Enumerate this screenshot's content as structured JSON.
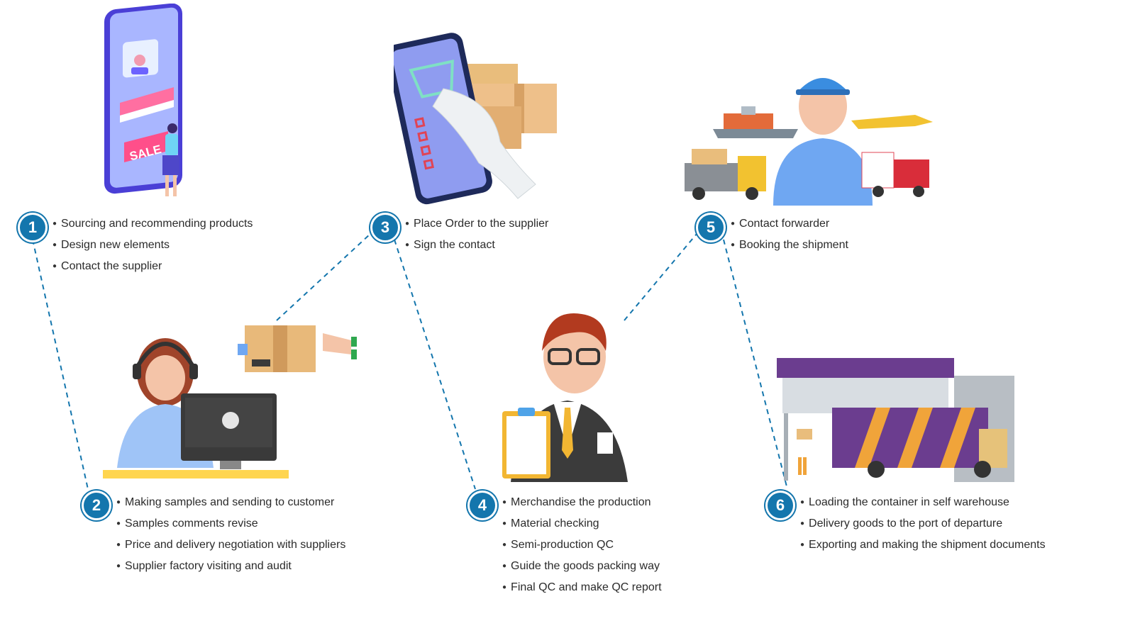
{
  "colors": {
    "badge": "#1476ad",
    "connector": "#1476ad",
    "text": "#2b2b2b"
  },
  "steps": [
    {
      "number": "1",
      "illustration": "phone-shop-sale-icon",
      "bullets": [
        "Sourcing and recommending products",
        "Design new elements",
        "Contact the supplier"
      ]
    },
    {
      "number": "2",
      "illustration": "call-center-agent-icon",
      "bullets": [
        "Making samples and sending to customer",
        "Samples comments revise",
        "Price and delivery negotiation with suppliers",
        "Supplier factory visiting and audit"
      ]
    },
    {
      "number": "3",
      "illustration": "phone-order-receipt-icon",
      "bullets": [
        "Place Order to the supplier",
        "Sign the contact"
      ]
    },
    {
      "number": "4",
      "illustration": "inspector-clipboard-icon",
      "bullets": [
        "Merchandise the production",
        "Material checking",
        "Semi-production QC",
        "Guide the goods packing way",
        "Final QC and make QC report"
      ]
    },
    {
      "number": "5",
      "illustration": "logistics-forwarder-icon",
      "bullets": [
        "Contact forwarder",
        "Booking the shipment"
      ]
    },
    {
      "number": "6",
      "illustration": "warehouse-truck-loading-icon",
      "bullets": [
        "Loading the container in self warehouse",
        "Delivery goods to the port of departure",
        "Exporting and making the shipment documents"
      ]
    }
  ],
  "illustration_labels": {
    "sale_sign": "SALE"
  }
}
